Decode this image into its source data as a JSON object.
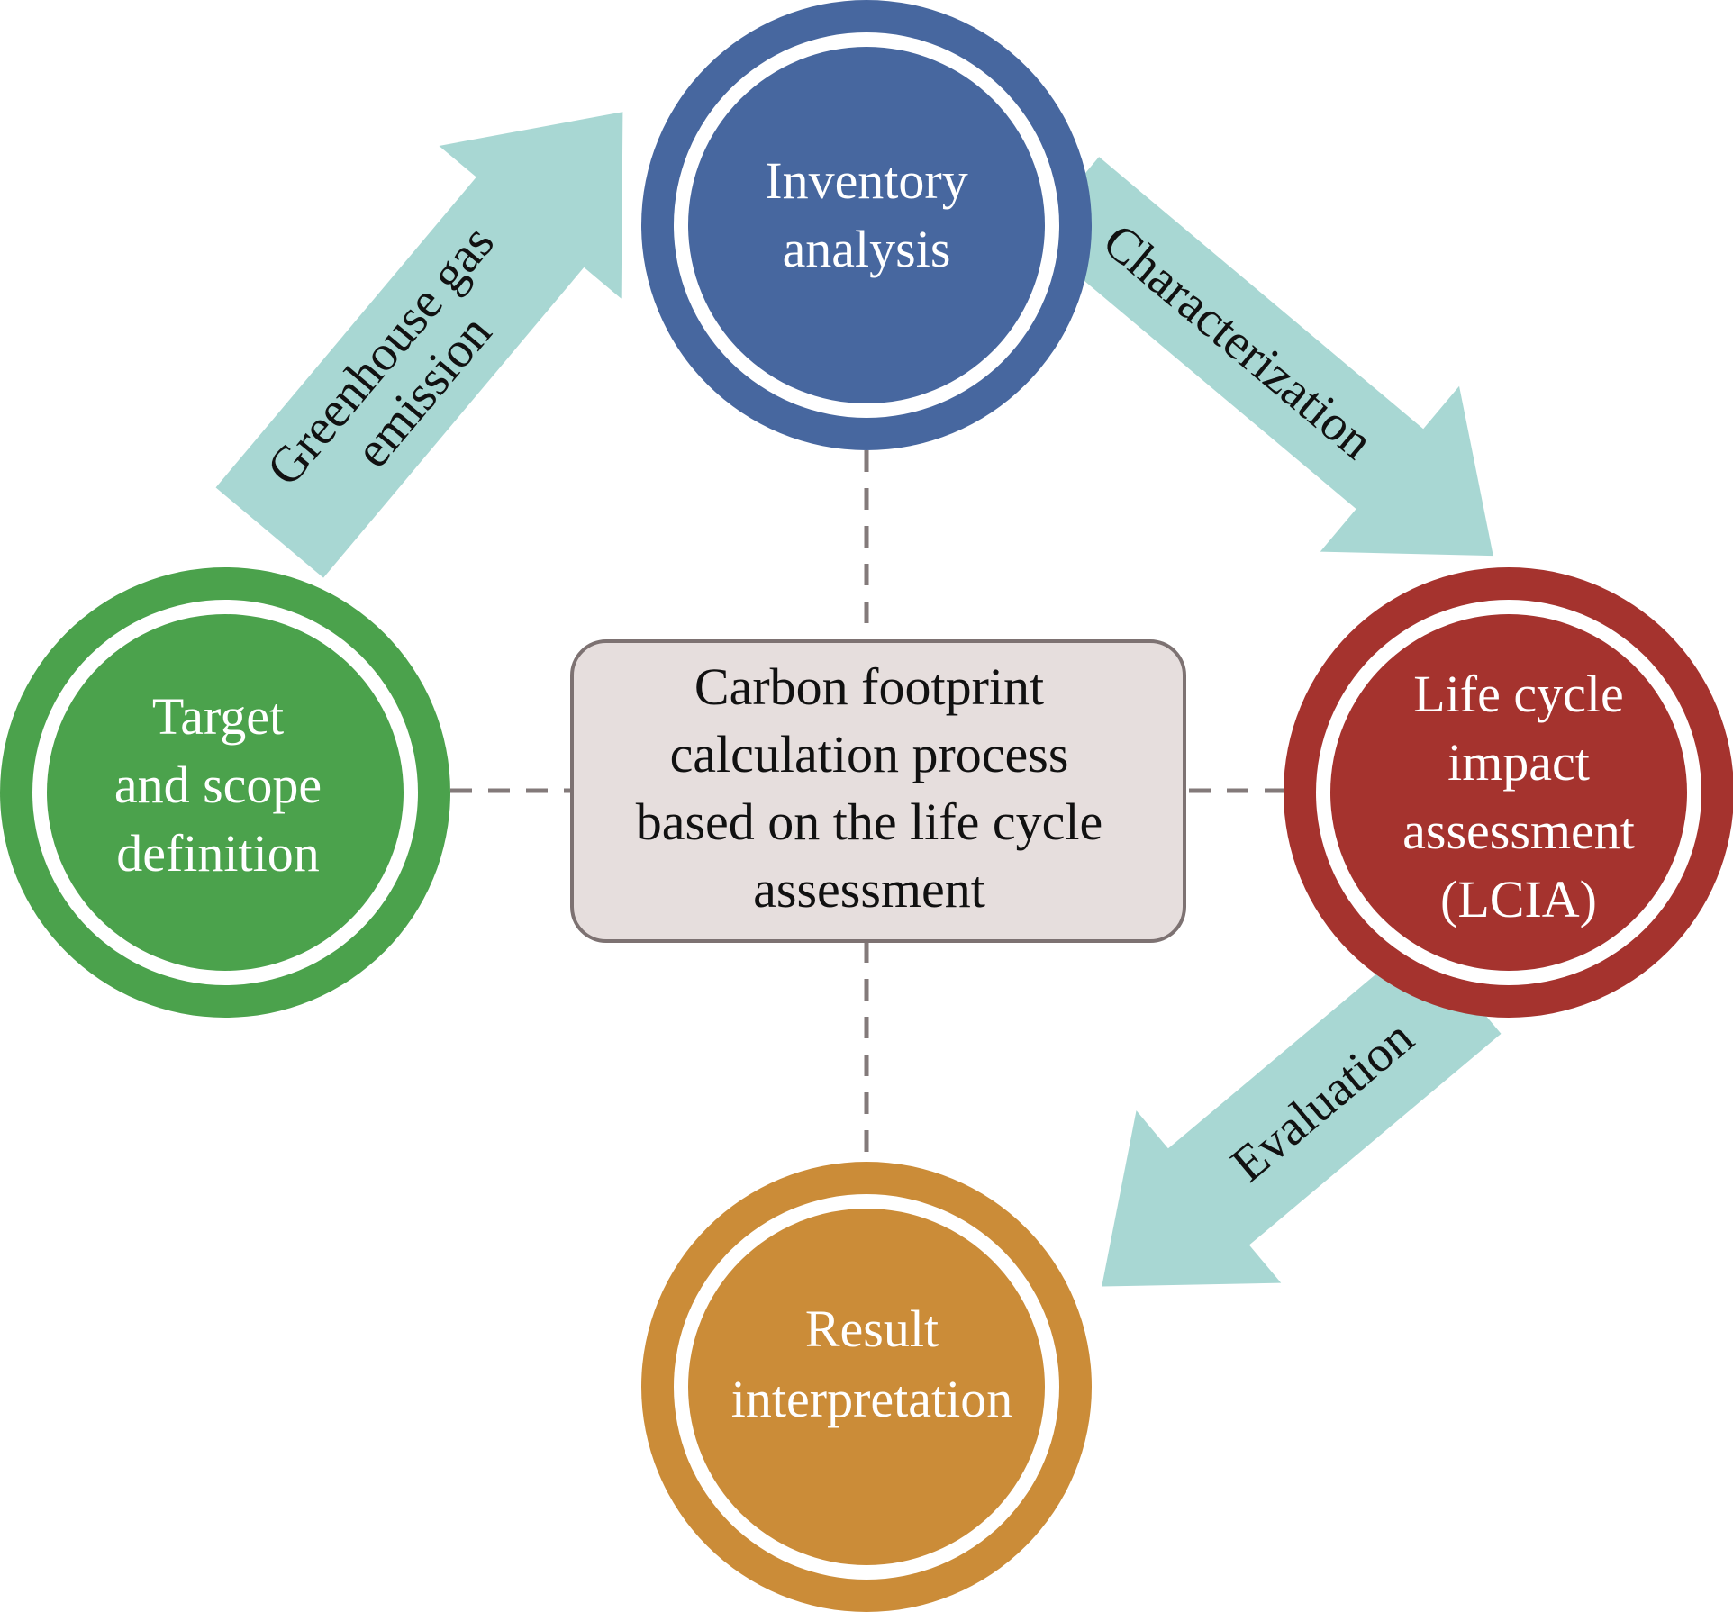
{
  "center": {
    "lines": [
      "Carbon footprint",
      "calculation process",
      "based on the life cycle",
      "assessment"
    ],
    "fill": "#e6dedd",
    "stroke": "#7d7272"
  },
  "nodes": {
    "inventory": {
      "lines": [
        "Inventory",
        "analysis"
      ],
      "color": "#47679f"
    },
    "lcia": {
      "lines": [
        "Life cycle",
        "impact",
        "assessment",
        "(LCIA)"
      ],
      "color": "#a5332e"
    },
    "result": {
      "lines": [
        "Result",
        "interpretation"
      ],
      "color": "#cb8c38"
    },
    "target": {
      "lines": [
        "Target",
        "and scope",
        "definition"
      ],
      "color": "#4ba24c"
    }
  },
  "arrows": {
    "greenhouse": {
      "lines": [
        "Greenhouse gas",
        "emission"
      ]
    },
    "characterization": {
      "lines": [
        "Characterization"
      ]
    },
    "evaluation": {
      "lines": [
        "Evaluation"
      ]
    },
    "color": "#a8d7d3"
  },
  "connector_color": "#837a7a"
}
